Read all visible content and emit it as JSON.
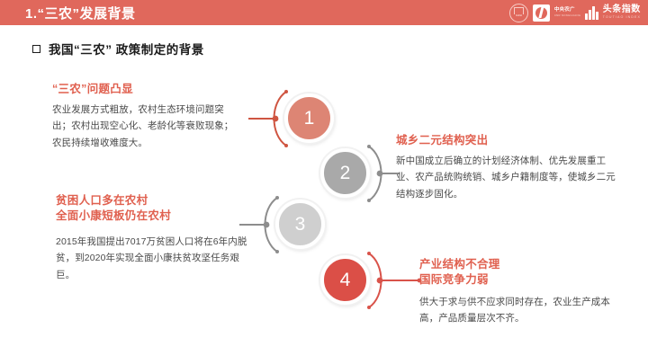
{
  "header": {
    "title": "1.“三农”发展背景",
    "bar_color": "#e0685c",
    "brand": {
      "seal_caption": "CHINA",
      "partner_cn": "中央农广",
      "partner_en": "CNR NONGGUANG",
      "index_cn": "头条指数",
      "index_en": "TOUTIAO INDEX"
    }
  },
  "subtitle": {
    "bullet_icon": "square-outline-icon",
    "text": "我国“三农” 政策制定的背景"
  },
  "accent_colors": {
    "primary_red": "#e0604f",
    "circle_1": "#dd8574",
    "circle_2": "#a9a9a9",
    "circle_3": "#cfcfcf",
    "circle_4": "#db4f47",
    "gray_connector": "#8d8d8d"
  },
  "items": [
    {
      "number": "1",
      "heading": "“三农”问题凸显",
      "body": "农业发展方式粗放，农村生态环境问题突出；农村出现空心化、老龄化等衰败现象；农民持续增收难度大。",
      "side": "left"
    },
    {
      "number": "2",
      "heading": "城乡二元结构突出",
      "body": "新中国成立后确立的计划经济体制、优先发展重工业、农产品统购统销、城乡户籍制度等，使城乡二元结构逐步固化。",
      "side": "right"
    },
    {
      "number": "3",
      "heading": "贫困人口多在农村\n全面小康短板仍在农村",
      "body": "2015年我国提出7017万贫困人口将在6年内脱贫，到2020年实现全面小康扶贫攻坚任务艰巨。",
      "side": "left"
    },
    {
      "number": "4",
      "heading": "产业结构不合理\n国际竞争力弱",
      "body": "供大于求与供不应求同时存在，农业生产成本高，产品质量层次不齐。",
      "side": "right"
    }
  ]
}
